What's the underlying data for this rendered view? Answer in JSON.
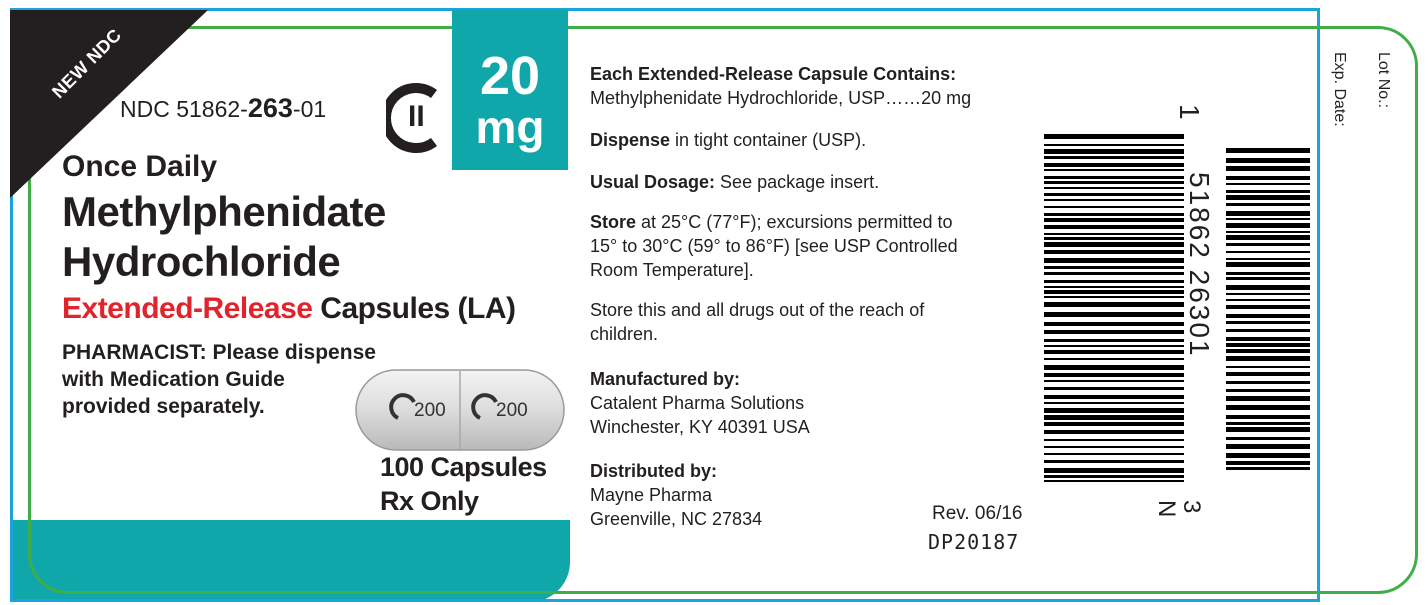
{
  "badge": {
    "new_ndc": "NEW NDC"
  },
  "ndc": {
    "prefix": "NDC 51862-",
    "product": "263",
    "suffix": "-01"
  },
  "schedule": {
    "label": "II"
  },
  "strength": {
    "number": "20",
    "unit": "mg"
  },
  "product": {
    "frequency": "Once Daily",
    "name_line1": "Methylphenidate",
    "name_line2": "Hydrochloride",
    "release": "Extended-Release",
    "form": "Capsules (LA)"
  },
  "pharmacist": {
    "line1": "PHARMACIST: Please dispense",
    "line2": "with Medication Guide",
    "line3": "provided separately."
  },
  "capsule": {
    "imprint_left": "200",
    "imprint_right": "200"
  },
  "package": {
    "quantity": "100 Capsules",
    "rx": "Rx Only"
  },
  "info": {
    "contains_title": "Each Extended-Release Capsule Contains:",
    "contains_detail": "Methylphenidate Hydrochloride, USP……20 mg",
    "dispense_bold": "Dispense",
    "dispense_rest": " in tight container (USP).",
    "dosage_bold": "Usual Dosage:",
    "dosage_rest": " See package insert.",
    "store_bold": "Store",
    "store_line1": " at 25°C (77°F); excursions permitted to",
    "store_line2": "15° to 30°C (59° to 86°F) [see USP Controlled",
    "store_line3": "Room Temperature].",
    "children_line1": "Store this and all drugs out of the reach of",
    "children_line2": "children.",
    "manufactured_title": "Manufactured by:",
    "manufacturer_name": "Catalent Pharma Solutions",
    "manufacturer_city": "Winchester, KY 40391 USA",
    "distributed_title": "Distributed by:",
    "distributor_name": "Mayne Pharma",
    "distributor_city": "Greenville, NC 27834"
  },
  "revision": {
    "rev": "Rev. 06/16",
    "code": "DP20187"
  },
  "barcode": {
    "top_digit": "1",
    "digits": "51862 26301",
    "bottom_letter": "N",
    "bottom_digit": "3"
  },
  "fields": {
    "exp_date": "Exp. Date:",
    "lot_no": "Lot No.:"
  },
  "colors": {
    "teal": "#0fa7a9",
    "red": "#e1242b",
    "frame_blue": "#1aa3dc",
    "frame_green": "#3fae49"
  }
}
